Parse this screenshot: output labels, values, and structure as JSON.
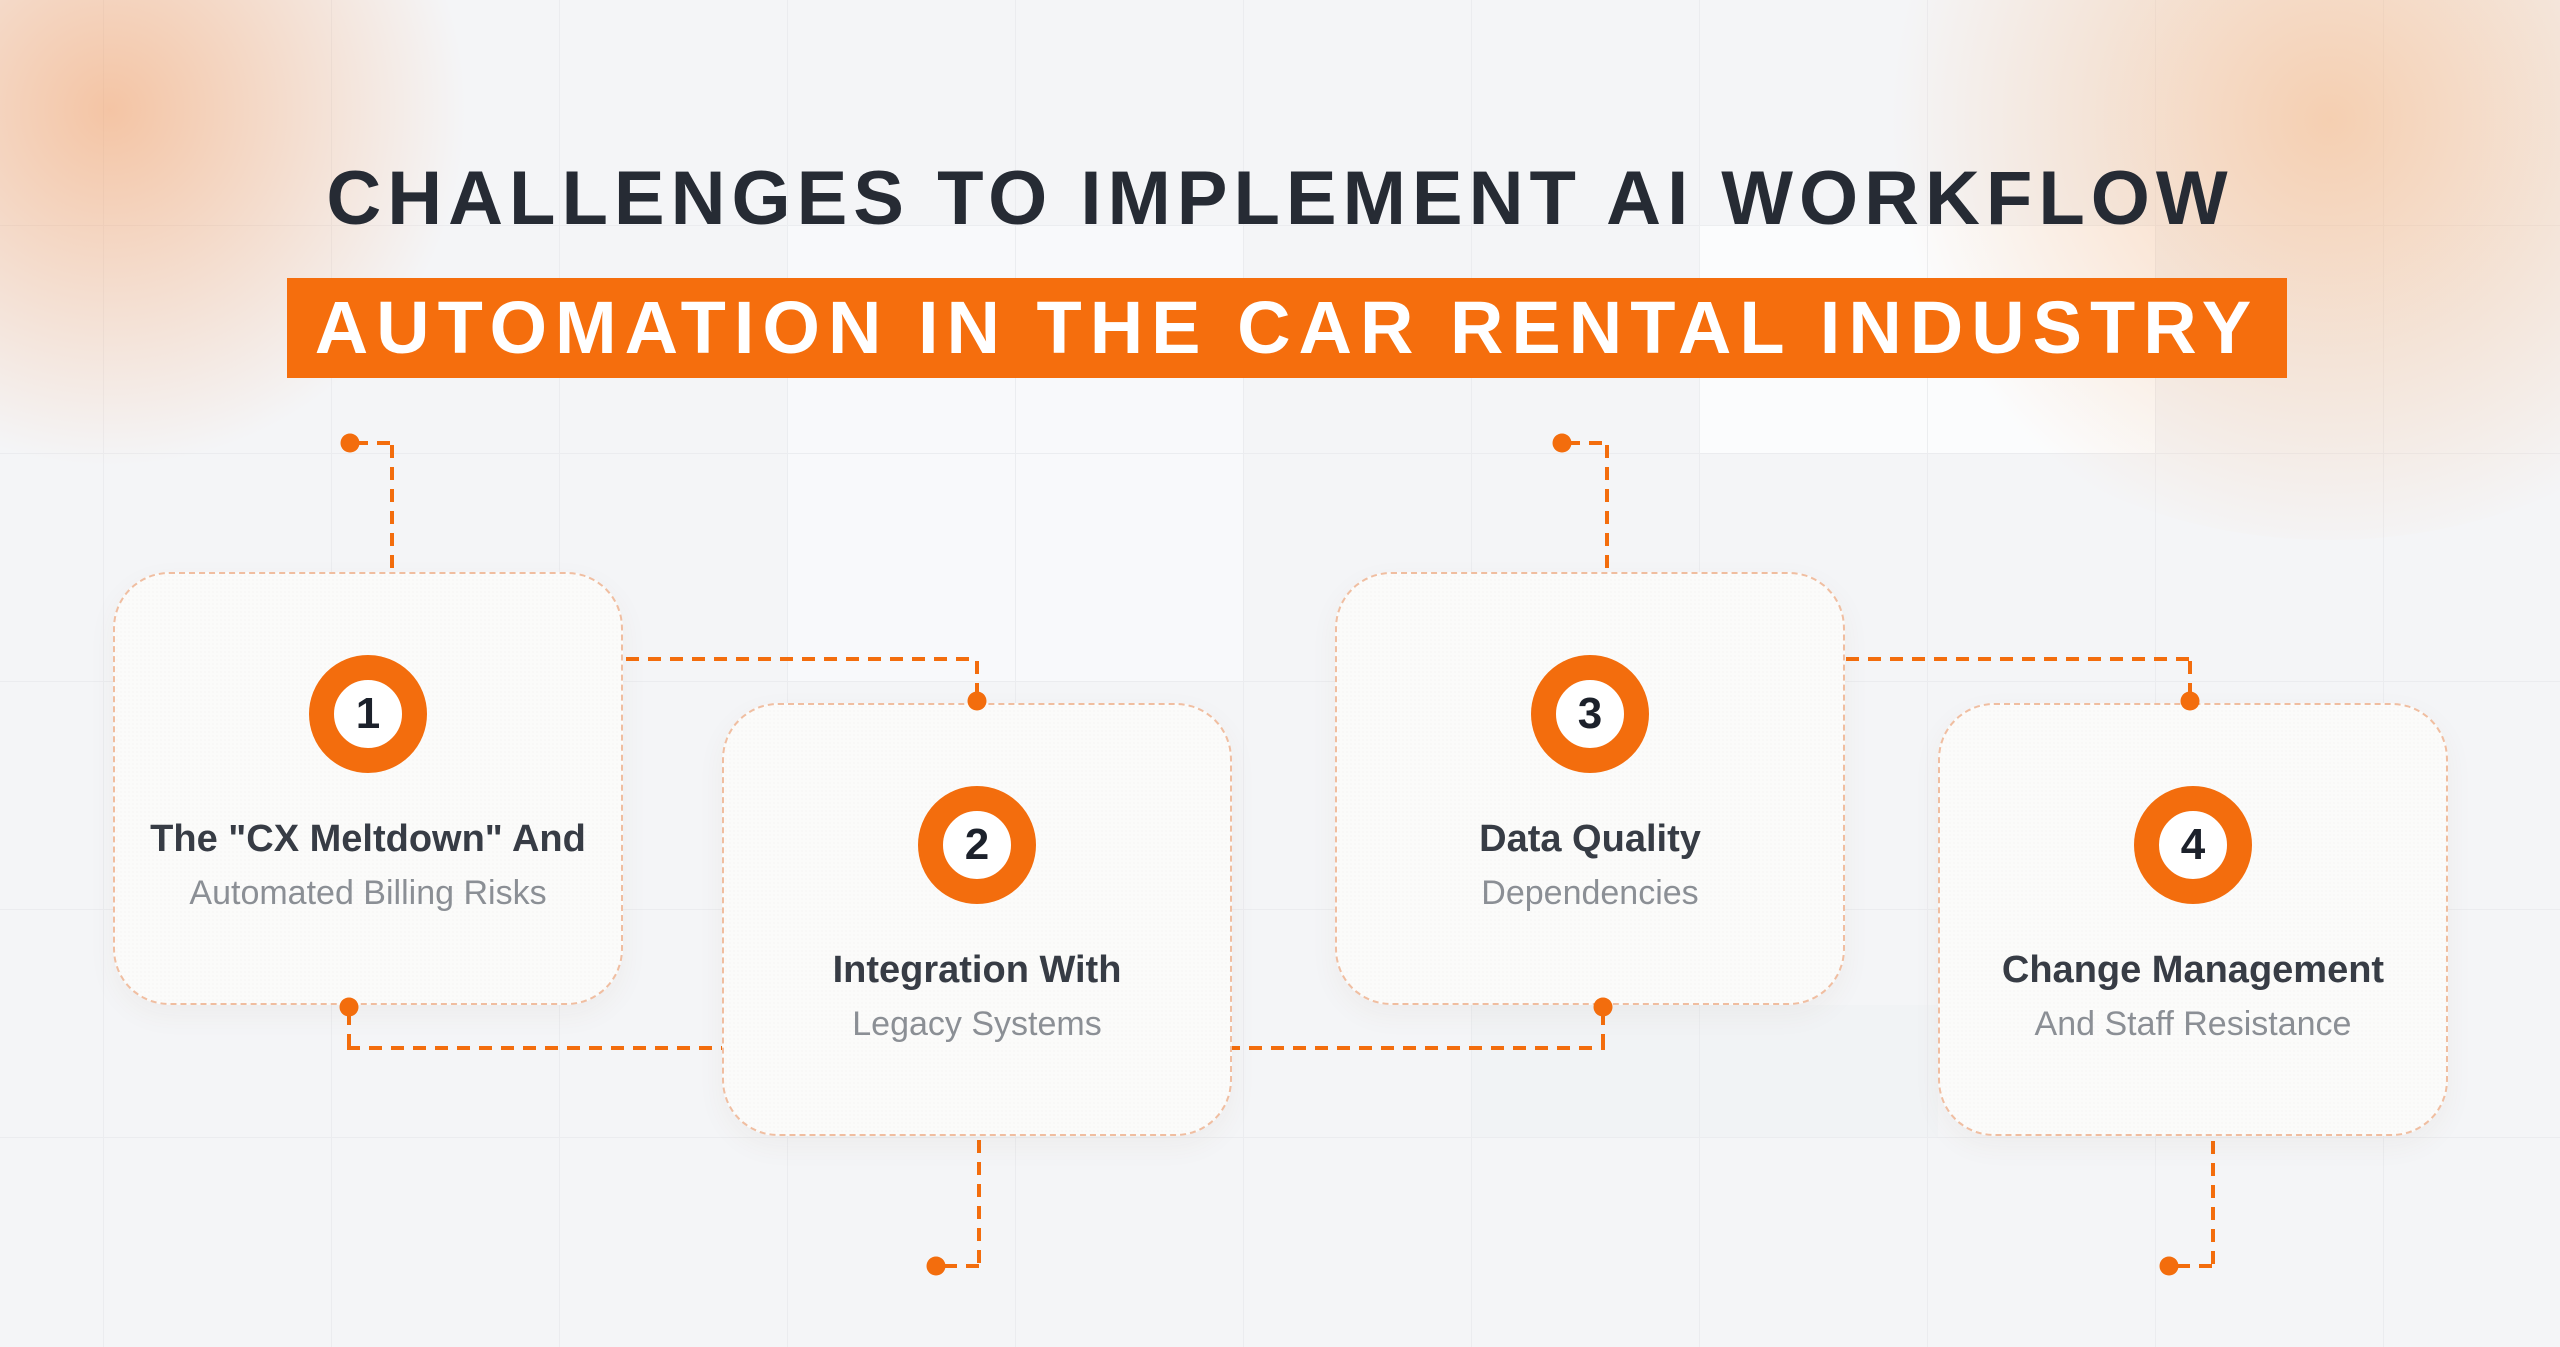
{
  "title": "CHALLENGES TO IMPLEMENT AI WORKFLOW",
  "banner": "AUTOMATION IN THE CAR RENTAL INDUSTRY",
  "colors": {
    "orange": "#F36D0D",
    "banner_orange": "#F56E0D",
    "title_text": "#262B34",
    "card_title_text": "#373C45",
    "card_subtitle_text": "#8B8F95",
    "background": "#F4F5F7"
  },
  "cards": [
    {
      "number": "1",
      "title": "The \"CX Meltdown\" And",
      "subtitle": "Automated Billing Risks"
    },
    {
      "number": "2",
      "title": "Integration With",
      "subtitle": "Legacy Systems"
    },
    {
      "number": "3",
      "title": "Data Quality",
      "subtitle": "Dependencies"
    },
    {
      "number": "4",
      "title": "Change Management",
      "subtitle": "And Staff Resistance"
    }
  ]
}
